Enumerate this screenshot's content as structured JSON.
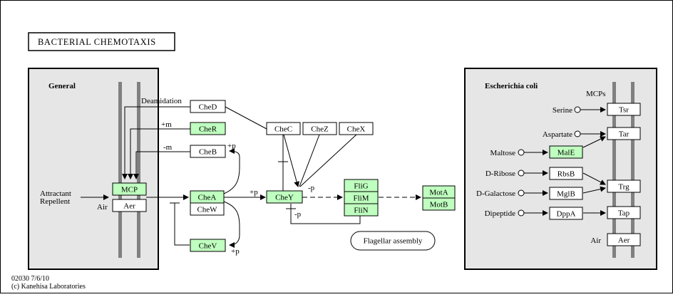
{
  "title": "BACTERIAL CHEMOTAXIS",
  "footer": {
    "map_id": "02030 7/6/10",
    "copyright": "(c) Kanehisa Laboratories"
  },
  "colors": {
    "gene_fill": "#bfffbf",
    "panel_fill": "#e6e6e6",
    "membrane": "#808080"
  },
  "general": {
    "heading": "General",
    "mcp": "MCP",
    "aer": "Aer",
    "stimulus": "Attractant\nRepellent",
    "air": "Air",
    "deamidation": "Deamidation",
    "plus_m": "+m",
    "minus_m": "-m"
  },
  "pathway": {
    "ched": "CheD",
    "cher": "CheR",
    "cheb": "CheB",
    "chea": "CheA",
    "chew": "CheW",
    "chev": "CheV",
    "chec": "CheC",
    "chez": "CheZ",
    "chex": "CheX",
    "chey": "CheY",
    "flig": "FliG",
    "flim": "FliM",
    "flin": "FliN",
    "mota": "MotA",
    "motb": "MotB",
    "flagellar": "Flagellar assembly",
    "plus_p": "+p",
    "minus_p": "-p"
  },
  "ecoli": {
    "heading": "Escherichia coli",
    "mcps": "MCPs",
    "serine": "Serine",
    "aspartate": "Aspartate",
    "maltose": "Maltose",
    "dribose": "D-Ribose",
    "dgalactose": "D-Galactose",
    "dipeptide": "Dipeptide",
    "air": "Air",
    "male": "MalE",
    "rbsb": "RbsB",
    "mglb": "MglB",
    "dppa": "DppA",
    "tsr": "Tsr",
    "tar": "Tar",
    "trg": "Trg",
    "tap": "Tap",
    "aer": "Aer"
  }
}
